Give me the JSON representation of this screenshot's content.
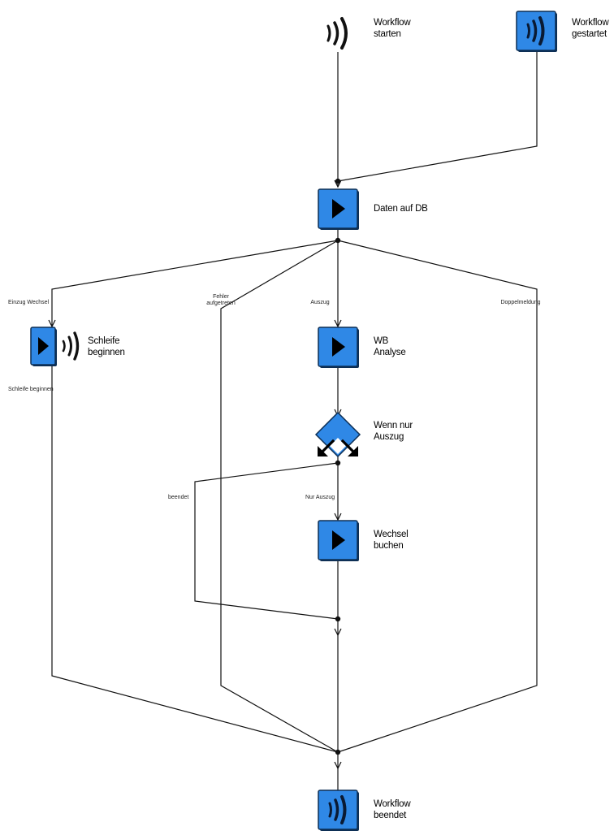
{
  "nodes": {
    "start_wf": {
      "line1": "Workflow",
      "line2": "starten",
      "icon": "signal-icon"
    },
    "started_wf": {
      "line1": "Workflow",
      "line2": "gestartet",
      "icon": "signal-icon"
    },
    "daten": {
      "line1": "Daten auf DB",
      "icon": "play-icon"
    },
    "schleife": {
      "line1": "Schleife",
      "line2": "beginnen",
      "icon": "play-signal-icon"
    },
    "wb": {
      "line1": "WB",
      "line2": "Analyse",
      "icon": "play-icon"
    },
    "wenn": {
      "line1": "Wenn nur",
      "line2": "Auszug",
      "icon": "decision-icon"
    },
    "wechsel": {
      "line1": "Wechsel",
      "line2": "buchen",
      "icon": "play-icon"
    },
    "end_wf": {
      "line1": "Workflow",
      "line2": "beendet",
      "icon": "signal-icon"
    }
  },
  "edges": {
    "einzug": "Einzug Wechsel",
    "fehler_1": "Fehler",
    "fehler_2": "aufgetreten",
    "auszug": "Auszug",
    "doppel": "Doppelmeldung",
    "schleife_out": "Schleife beginnen",
    "beendet": "beendet",
    "nur_auszug": "Nur Auszug"
  },
  "colors": {
    "accent_blue": "#2f88e6",
    "line": "#111111"
  }
}
